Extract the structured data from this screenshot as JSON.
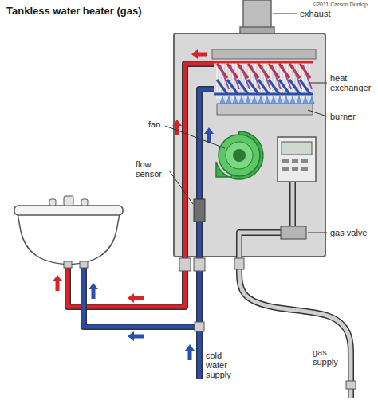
{
  "diagram": {
    "title": "Tankless water heater (gas)",
    "labels": [
      "©2011 Carson Dunlop",
      "exhaust",
      "heat exchanger",
      "burner",
      "fan",
      "flow sensor",
      "gas valve",
      "cold water supply",
      "gas supply"
    ]
  }
}
